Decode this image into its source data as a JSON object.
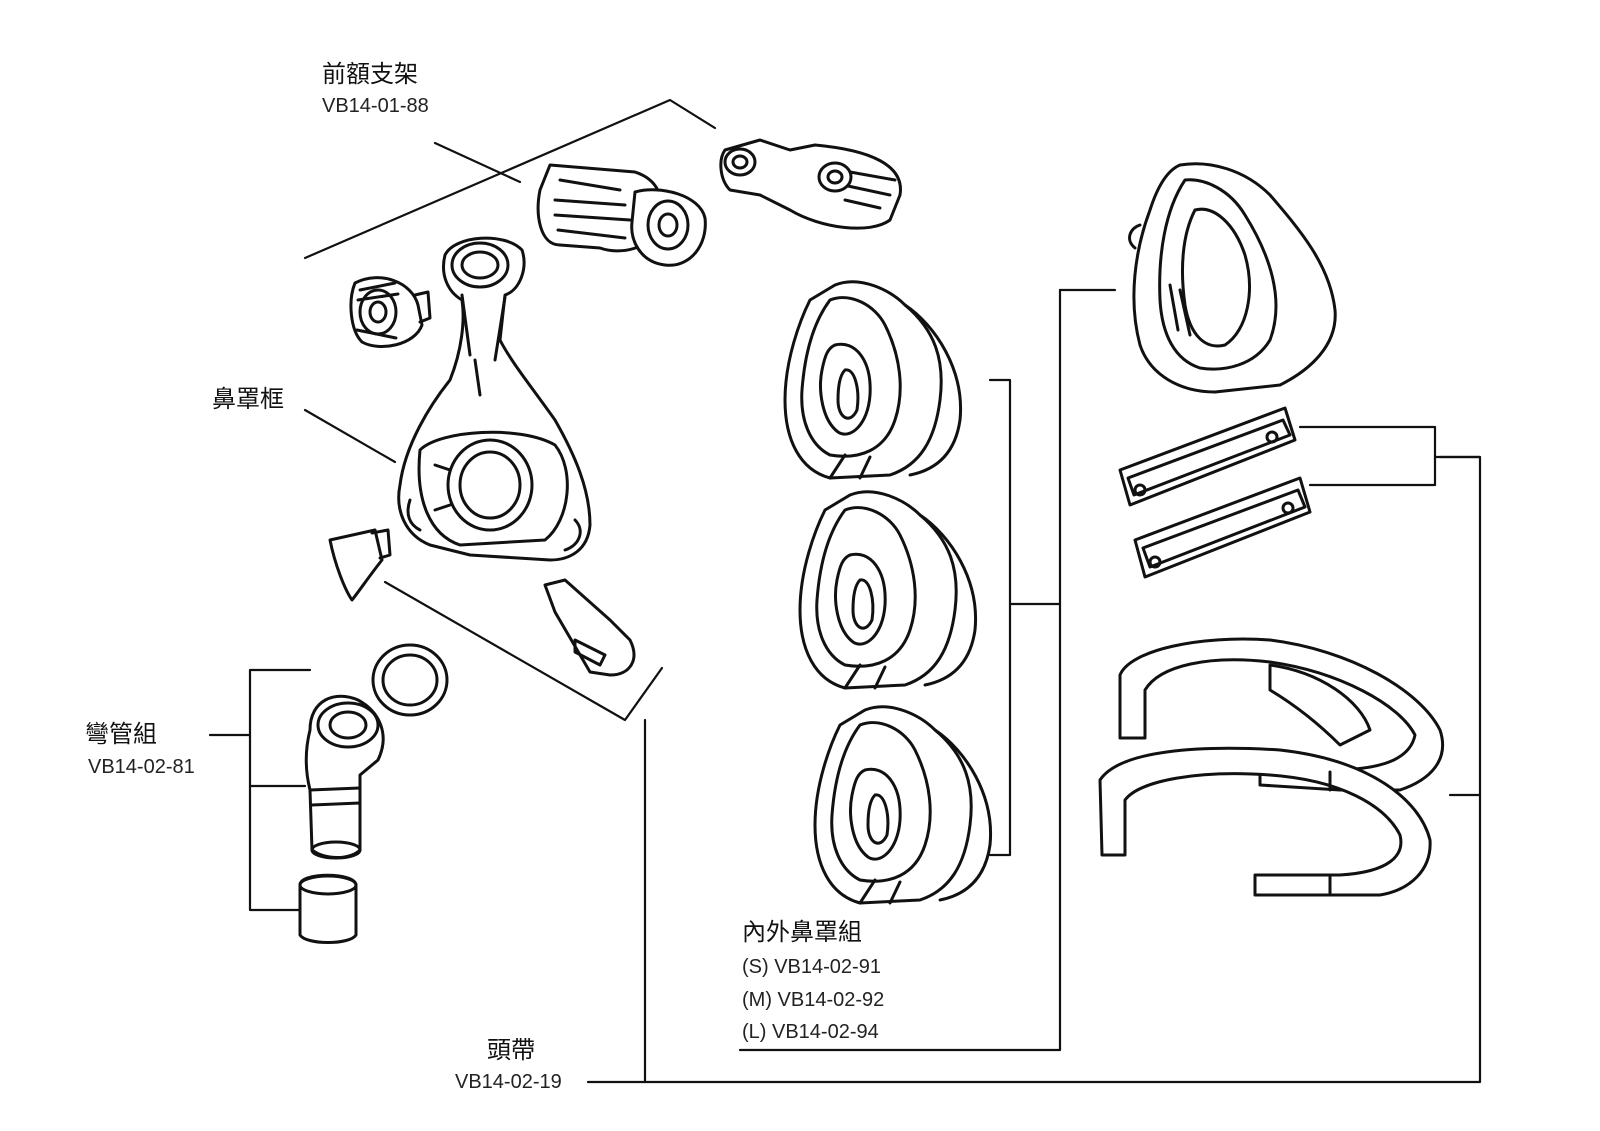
{
  "parts": {
    "forehead": {
      "name": "前額支架",
      "code": "VB14-01-88"
    },
    "frame": {
      "name": "鼻罩框"
    },
    "elbow": {
      "name": "彎管組",
      "code": "VB14-02-81"
    },
    "cushion": {
      "name": "內外鼻罩組",
      "sizes": [
        "(S) VB14-02-91",
        "(M) VB14-02-92",
        "(L) VB14-02-94"
      ]
    },
    "headgear": {
      "name": "頭帶",
      "code": "VB14-02-19"
    }
  }
}
